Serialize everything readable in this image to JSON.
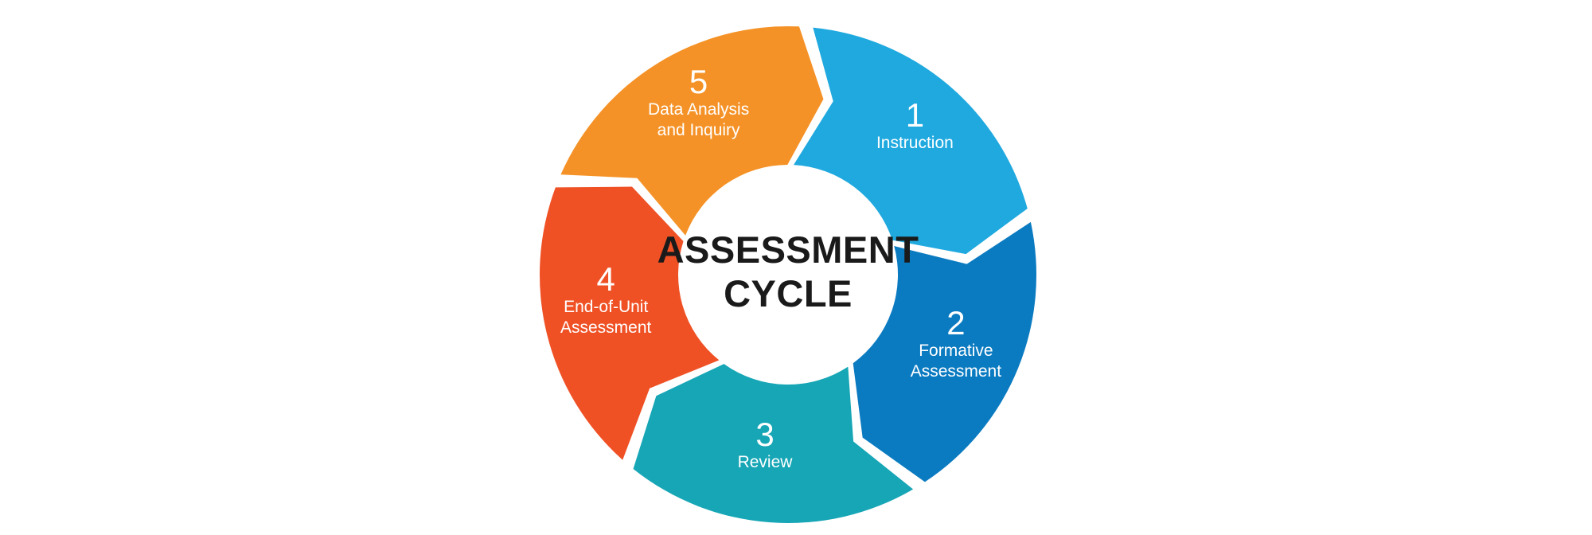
{
  "diagram": {
    "title_line1": "ASSESSMENT",
    "title_line2": "CYCLE",
    "background_color": "#ffffff",
    "center_text_color": "#1a1a1a",
    "gap_color": "#ffffff",
    "segments": [
      {
        "number": "1",
        "label_line1": "Instruction",
        "label_line2": "",
        "color": "#1FA9DF"
      },
      {
        "number": "2",
        "label_line1": "Formative",
        "label_line2": "Assessment",
        "color": "#0B7BC1"
      },
      {
        "number": "3",
        "label_line1": "Review",
        "label_line2": "",
        "color": "#16A6B6"
      },
      {
        "number": "4",
        "label_line1": "End-of-Unit",
        "label_line2": "Assessment",
        "color": "#EF5125"
      },
      {
        "number": "5",
        "label_line1": "Data Analysis",
        "label_line2": "and Inquiry",
        "color": "#F59227"
      }
    ]
  }
}
